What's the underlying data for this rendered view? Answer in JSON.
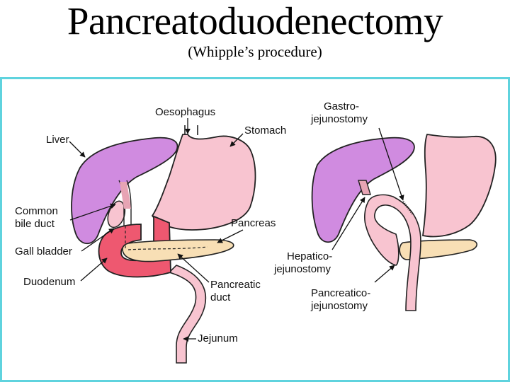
{
  "title": "Pancreatoduodenectomy",
  "subtitle": "(Whipple’s procedure)",
  "colors": {
    "border": "#5fd3de",
    "liver": "#d08be0",
    "stomach": "#f8c4d0",
    "duodenum": "#ee5870",
    "pancreas": "#f8dfb5",
    "jejunum": "#f8c4d0",
    "ducts": "#e7a4b4"
  },
  "labels": {
    "oesophagus": "Oesophagus",
    "stomach": "Stomach",
    "liver": "Liver",
    "common_bile_duct_1": "Common",
    "common_bile_duct_2": "bile duct",
    "gall_bladder": "Gall bladder",
    "pancreas": "Pancreas",
    "duodenum": "Duodenum",
    "pancreatic_duct_1": "Pancreatic",
    "pancreatic_duct_2": "duct",
    "jejunum": "Jejunum",
    "gastrojejunostomy_1": "Gastro-",
    "gastrojejunostomy_2": "jejunostomy",
    "hepaticojejunostomy_1": "Hepatico-",
    "hepaticojejunostomy_2": "jejunostomy",
    "pancreaticojejunostomy_1": "Pancreatico-",
    "pancreaticojejunostomy_2": "jejunostomy"
  }
}
